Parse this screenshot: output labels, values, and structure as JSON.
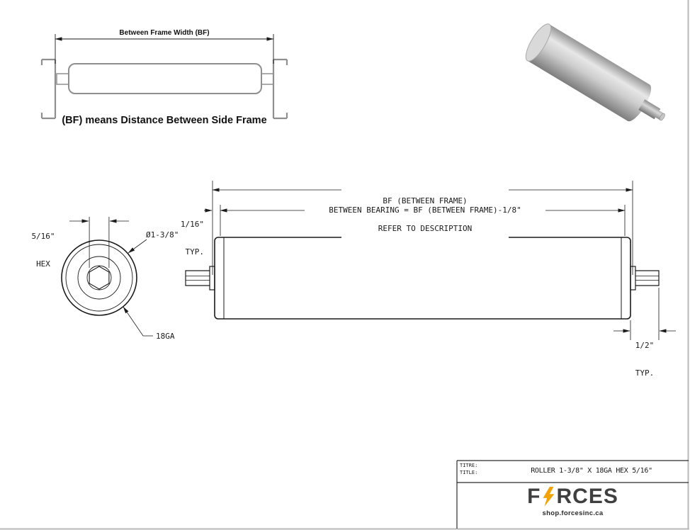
{
  "colors": {
    "line": "#1a1a1a",
    "accent": "#f2a30a",
    "brand_text": "#3f3f3f"
  },
  "inset": {
    "dim_label": "Between Frame Width (BF)",
    "caption": "(BF) means Distance Between Side Frame"
  },
  "end_view": {
    "hex_size": "5/16\"",
    "hex_word": "HEX",
    "diameter": "Ø1-3/8\"",
    "gauge": "18GA"
  },
  "side_view": {
    "bf_line1": "BF (BETWEEN FRAME)",
    "bf_line2": "REFER TO DESCRIPTION",
    "between_bearing": "BETWEEN BEARING = BF (BETWEEN FRAME)-1/8\"",
    "left_typ_value": "1/16\"",
    "left_typ_word": "TYP.",
    "right_typ_value": "1/2\"",
    "right_typ_word": "TYP."
  },
  "title_block": {
    "label_fr": "TITRE:",
    "label_en": "TITLE:",
    "title": "ROLLER 1-3/8\" X 18GA HEX 5/16\"",
    "brand_prefix": "F",
    "brand_suffix": "RCES",
    "website": "shop.forcesinc.ca"
  }
}
